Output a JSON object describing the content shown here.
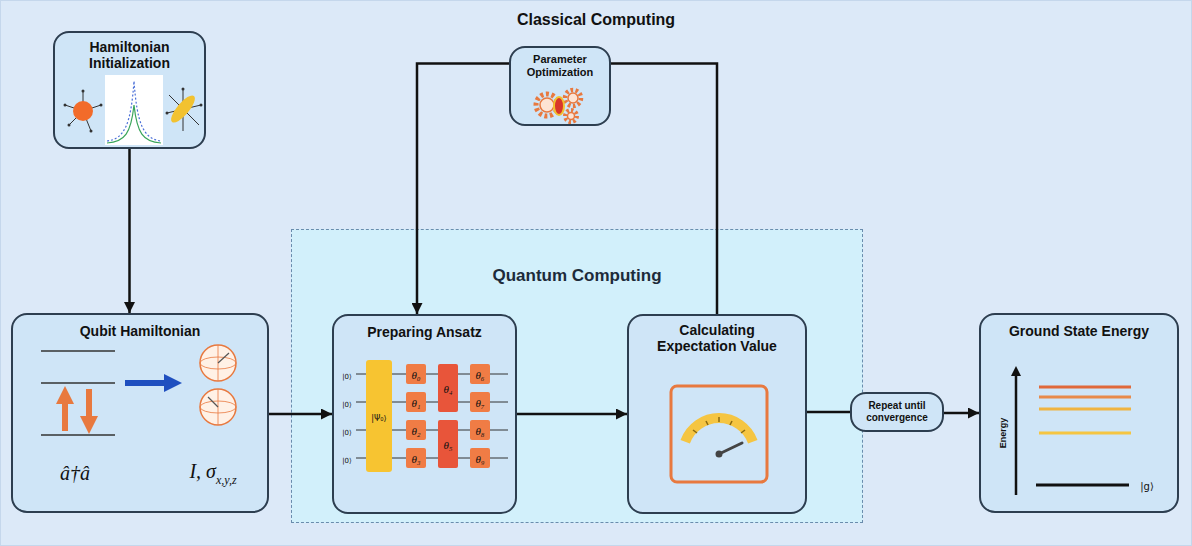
{
  "diagram": {
    "nodes": [
      {
        "text": [
          "Classical Computing"
        ]
      },
      {
        "text": [
          "Hamiltonian Initialization"
        ],
        "in": 0
      },
      {
        "text": [
          "Qubit Hamiltonian"
        ],
        "in": 0
      },
      {
        "text": [
          "Parameter Optimization"
        ],
        "in": 0
      },
      {
        "text": [
          "Quantum Computing"
        ],
        "in": 0
      },
      {
        "text": [
          "Preparing Ansatz"
        ],
        "in": 4
      },
      {
        "text": [
          "Calculating Expectation Value"
        ],
        "in": 4
      },
      {
        "text": [
          "Repeat until convergence"
        ],
        "in": 0
      },
      {
        "text": [
          "Ground State Energy"
        ],
        "in": 0
      }
    ],
    "edges": [
      {
        "from": 1,
        "to": 2,
        "arrow": "to"
      },
      {
        "from": 2,
        "to": 5,
        "arrow": "to"
      },
      {
        "from": 5,
        "to": 6,
        "arrow": "to"
      },
      {
        "from": 6,
        "to": 3,
        "arrow": "none"
      },
      {
        "from": 3,
        "to": 5,
        "arrow": "to"
      },
      {
        "from": 6,
        "to": 7,
        "arrow": "none"
      },
      {
        "from": 7,
        "to": 8,
        "arrow": "to"
      }
    ],
    "labels": [
      "â†â",
      "I, σ",
      "x,y,z",
      "|0⟩",
      "|0⟩",
      "|0⟩",
      "|0⟩",
      "|Ψ₀⟩",
      "θ₀",
      "θ₁",
      "θ₂",
      "θ₃",
      "θ₄",
      "θ₅",
      "θ₆",
      "θ₇",
      "θ₈",
      "θ₉",
      "Energy",
      "|g⟩"
    ]
  }
}
